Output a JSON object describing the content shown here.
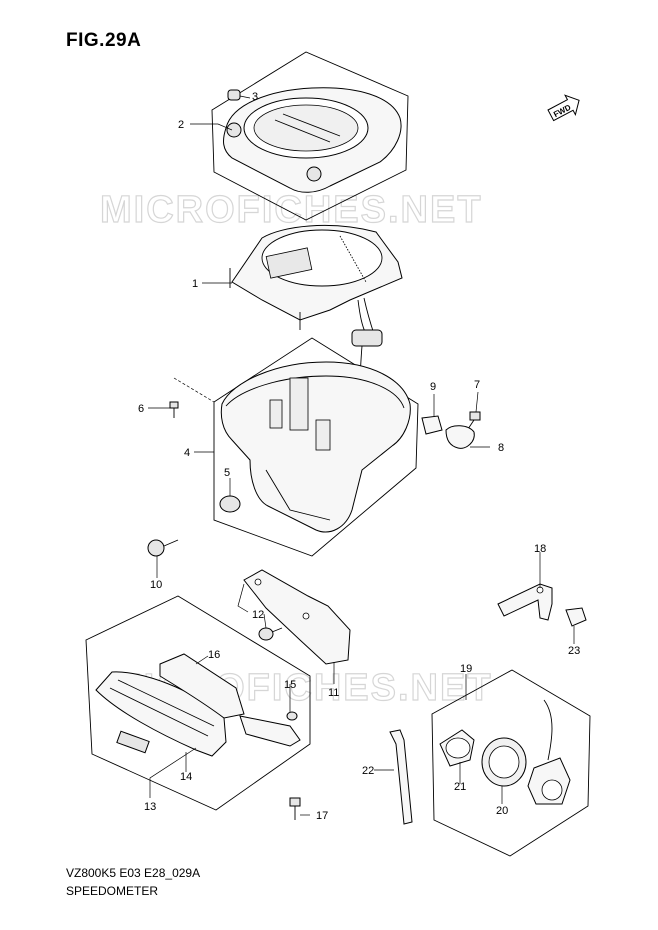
{
  "figure": {
    "title": "FIG.29A",
    "model_code": "VZ800K5 E03 E28_029A",
    "caption": "SPEEDOMETER",
    "watermark": "MICROFICHES.NET",
    "fwd_label": "FWD"
  },
  "callouts": [
    {
      "id": "c1",
      "text": "1"
    },
    {
      "id": "c2",
      "text": "2"
    },
    {
      "id": "c3",
      "text": "3"
    },
    {
      "id": "c4",
      "text": "4"
    },
    {
      "id": "c5",
      "text": "5"
    },
    {
      "id": "c6",
      "text": "6"
    },
    {
      "id": "c7",
      "text": "7"
    },
    {
      "id": "c8",
      "text": "8"
    },
    {
      "id": "c9",
      "text": "9"
    },
    {
      "id": "c10",
      "text": "10"
    },
    {
      "id": "c11",
      "text": "11"
    },
    {
      "id": "c12",
      "text": "12"
    },
    {
      "id": "c13",
      "text": "13"
    },
    {
      "id": "c14",
      "text": "14"
    },
    {
      "id": "c15",
      "text": "15"
    },
    {
      "id": "c16",
      "text": "16"
    },
    {
      "id": "c17",
      "text": "17"
    },
    {
      "id": "c18",
      "text": "18"
    },
    {
      "id": "c19",
      "text": "19"
    },
    {
      "id": "c20",
      "text": "20"
    },
    {
      "id": "c21",
      "text": "21"
    },
    {
      "id": "c22",
      "text": "22"
    },
    {
      "id": "c23",
      "text": "23"
    }
  ]
}
